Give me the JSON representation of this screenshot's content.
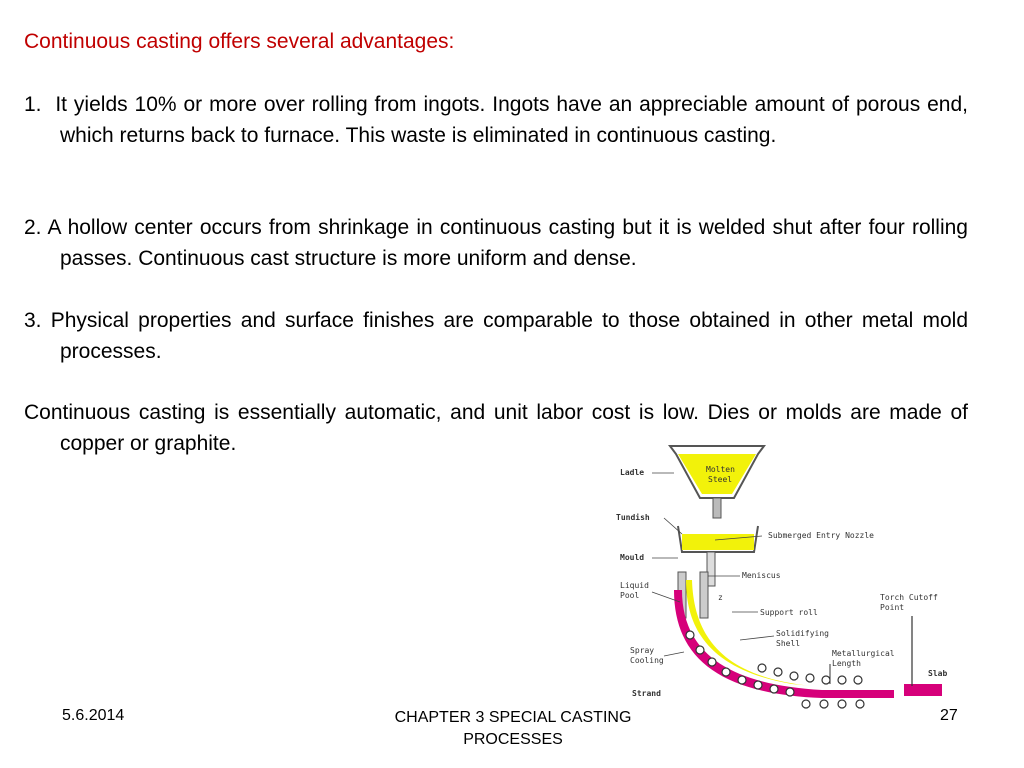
{
  "slide": {
    "heading": "Continuous casting offers several advantages:",
    "paragraphs": [
      "1.  It yields 10% or more over rolling from ingots. Ingots have an appreciable amount of porous end, which returns back to furnace. This waste is eliminated in continuous casting.",
      "2. A hollow center occurs from shrinkage in continuous casting but it is welded shut after four rolling passes. Continuous cast structure is more uniform and dense.",
      "3. Physical properties and surface finishes are comparable to those obtained in other metal mold processes.",
      "Continuous casting is essentially automatic, and unit labor cost is low. Dies or molds are made of copper or graphite."
    ]
  },
  "diagram": {
    "labels": {
      "ladle": "Ladle",
      "molten_1": "Molten",
      "molten_2": "Steel",
      "tundish": "Tundish",
      "nozzle": "Submerged Entry Nozzle",
      "mould": "Mould",
      "meniscus": "Meniscus",
      "liquid_1": "Liquid",
      "liquid_2": "Pool",
      "torch_1": "Torch Cutoff",
      "torch_2": "Point",
      "support_roll": "Support roll",
      "shell_1": "Solidifying",
      "shell_2": "Shell",
      "spray_1": "Spray",
      "spray_2": "Cooling",
      "metallurgical_1": "Metallurgical",
      "metallurgical_2": "Length",
      "slab": "Slab",
      "strand": "Strand",
      "z": "z"
    },
    "colors": {
      "molten": "#f2f20a",
      "strand": "#d6007a",
      "outline": "#555555"
    }
  },
  "footer": {
    "date": "5.6.2014",
    "title": "CHAPTER 3 SPECIAL CASTING PROCESSES",
    "page": "27"
  }
}
